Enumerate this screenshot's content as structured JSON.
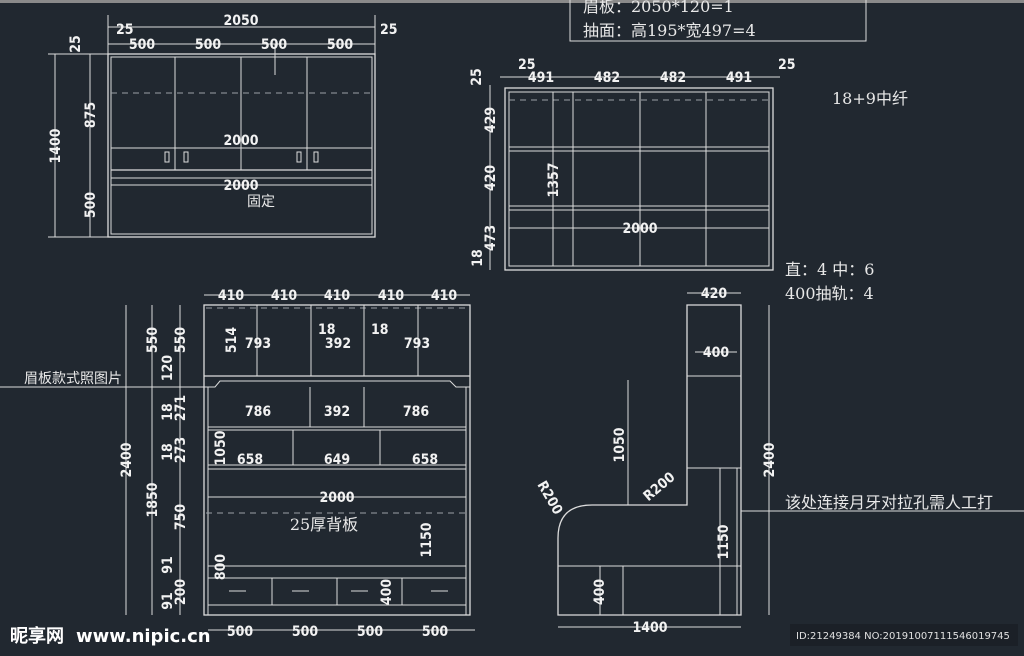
{
  "notes_box": {
    "line1": "眉板：2050*120=1",
    "line2": "抽面：高195*宽497=4"
  },
  "top_left_view": {
    "overall_width": "2050",
    "edge_left": "25",
    "edge_right": "25",
    "doors": [
      "500",
      "500",
      "500",
      "500"
    ],
    "height_total": "1400",
    "height_upper": "875",
    "height_lower": "500",
    "edge_top": "25",
    "inner_width_1": "2000",
    "inner_width_2": "2000",
    "fixed_label": "固定"
  },
  "top_right_view": {
    "edge_left": "25",
    "edge_right": "25",
    "columns": [
      "491",
      "482",
      "482",
      "491"
    ],
    "rows": [
      "429",
      "420",
      "473"
    ],
    "edge_top": "25",
    "edge_bottom": "18",
    "inner_height": "1357",
    "inner_width": "2000"
  },
  "material_note": "18+9中纤",
  "hardware_note_1": "直：4 中：6",
  "hardware_note_2": "400抽轨：4",
  "main_view": {
    "top_columns": [
      "410",
      "410",
      "410",
      "410",
      "410"
    ],
    "upper_cabinet": {
      "height": "514",
      "widths": [
        "793",
        "392",
        "793"
      ],
      "gaps": [
        "18",
        "18"
      ]
    },
    "shelf_row_1": [
      "786",
      "392",
      "786"
    ],
    "shelf_row_2": [
      "658",
      "649",
      "658"
    ],
    "tv_width": "2000",
    "back_panel_label": "25厚背板",
    "vert_dims_outer": {
      "total": "2400",
      "upper": "550",
      "lower": "1850"
    },
    "vert_dims_inner": [
      "550",
      "120",
      "18",
      "271",
      "18",
      "273",
      "750",
      "91",
      "200",
      "91"
    ],
    "inner_heights": [
      "1050",
      "800",
      "1150",
      "400"
    ],
    "bottom_columns": [
      "500",
      "500",
      "500",
      "500"
    ],
    "leader_label": "眉板款式照图片"
  },
  "side_view": {
    "top_width": "420",
    "inner_width": "400",
    "height": "2400",
    "radius_1": "R200",
    "radius_2": "R200",
    "height_1050": "1050",
    "height_1150": "1150",
    "drawer_height": "400",
    "base_width": "1400",
    "note": "该处连接月牙对拉孔需人工打"
  },
  "watermark": {
    "logo": "昵享网",
    "url": "www.nipic.cn",
    "id": "ID:21249384 NO:20191007111546019745"
  },
  "colors": {
    "background": "#212830",
    "lines": "#dcdcdc"
  }
}
